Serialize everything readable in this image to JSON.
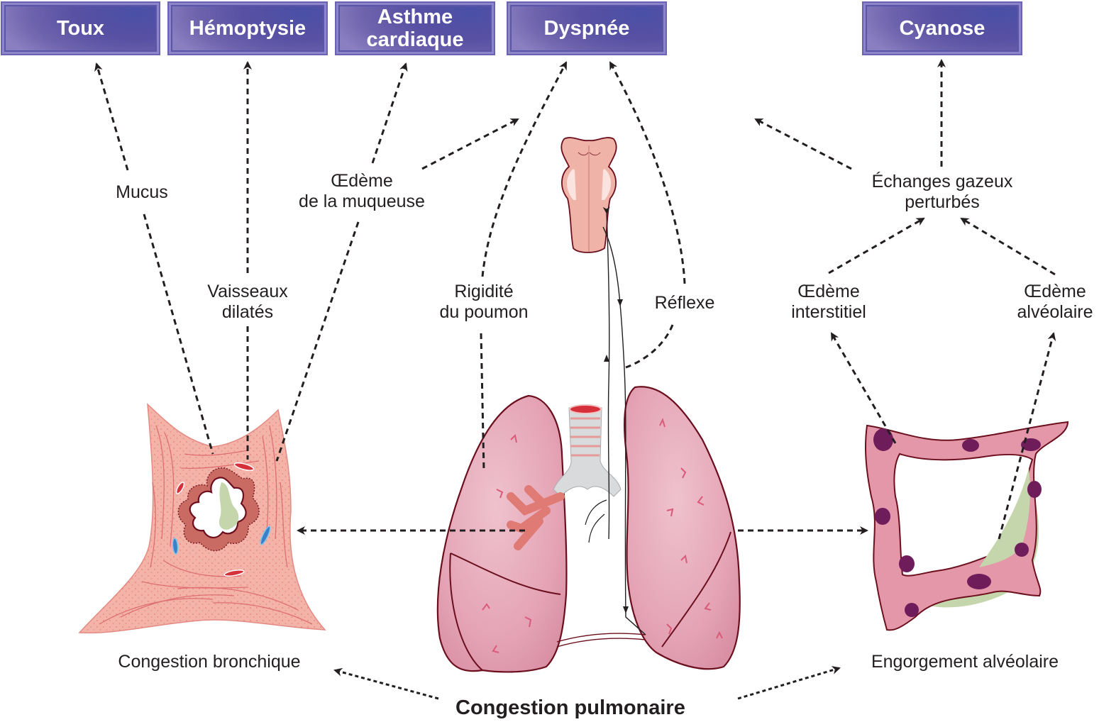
{
  "diagram": {
    "title": "Congestion pulmonaire",
    "symptom_boxes": [
      {
        "id": "toux",
        "label": "Toux"
      },
      {
        "id": "hemoptysie",
        "label": "Hémoptysie"
      },
      {
        "id": "asthme",
        "label": "Asthme cardiaque"
      },
      {
        "id": "dyspnee",
        "label": "Dyspnée"
      },
      {
        "id": "cyanose",
        "label": "Cyanose"
      }
    ],
    "labels": {
      "mucus": "Mucus",
      "oedeme_muqueuse_1": "Œdème",
      "oedeme_muqueuse_2": "de la muqueuse",
      "vaisseaux_1": "Vaisseaux",
      "vaisseaux_2": "dilatés",
      "rigidite_1": "Rigidité",
      "rigidite_2": "du poumon",
      "reflexe": "Réflexe",
      "echanges_1": "Échanges gazeux",
      "echanges_2": "perturbés",
      "oedeme_interstitiel_1": "Œdème",
      "oedeme_interstitiel_2": "interstitiel",
      "oedeme_alveolaire_1": "Œdème",
      "oedeme_alveolaire_2": "alvéolaire",
      "congestion_bronchique": "Congestion bronchique",
      "engorgement_alveolaire": "Engorgement alvéolaire"
    },
    "illustrations": {
      "left": "bronchial-cross-section",
      "center": "lungs-with-brainstem",
      "right": "alveolus-cross-section"
    },
    "colors": {
      "box_fill": "#5951a3",
      "box_border": "#8c85c9",
      "tissue_pink": "#f4b3a8",
      "lung_pink": "#e8a7b8",
      "lung_outline": "#6b0f1e",
      "edema_green": "#c5d6ac",
      "nucleus_purple": "#6e1d5a",
      "vessel_red": "#d6303a",
      "vessel_blue": "#3a7fc8",
      "arrow": "#231f20"
    }
  }
}
